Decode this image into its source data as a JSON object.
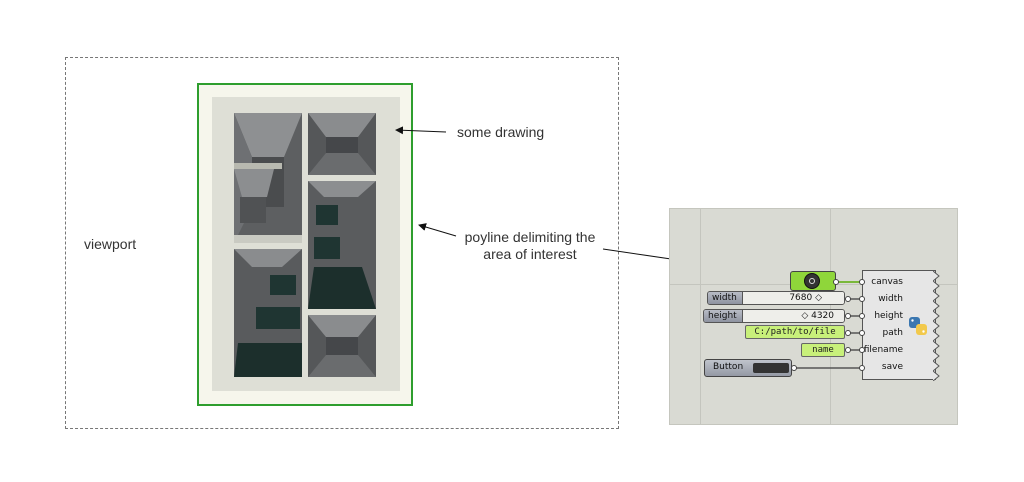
{
  "labels": {
    "viewport": "viewport",
    "some_drawing": "some drawing",
    "polyline_line1": "poyline delimiting the",
    "polyline_line2": "area of interest"
  },
  "grasshopper": {
    "sliders": [
      {
        "name": "width",
        "value": "7680 ◇"
      },
      {
        "name": "height",
        "value": "◇ 4320"
      }
    ],
    "path_panel": "C:/path/to/file",
    "name_panel": "name",
    "button_label": "Button",
    "inputs": [
      "canvas",
      "width",
      "height",
      "path",
      "filename",
      "save"
    ]
  },
  "colors": {
    "frame_green": "#2e9e2e",
    "panel_green": "#c8f07a"
  }
}
